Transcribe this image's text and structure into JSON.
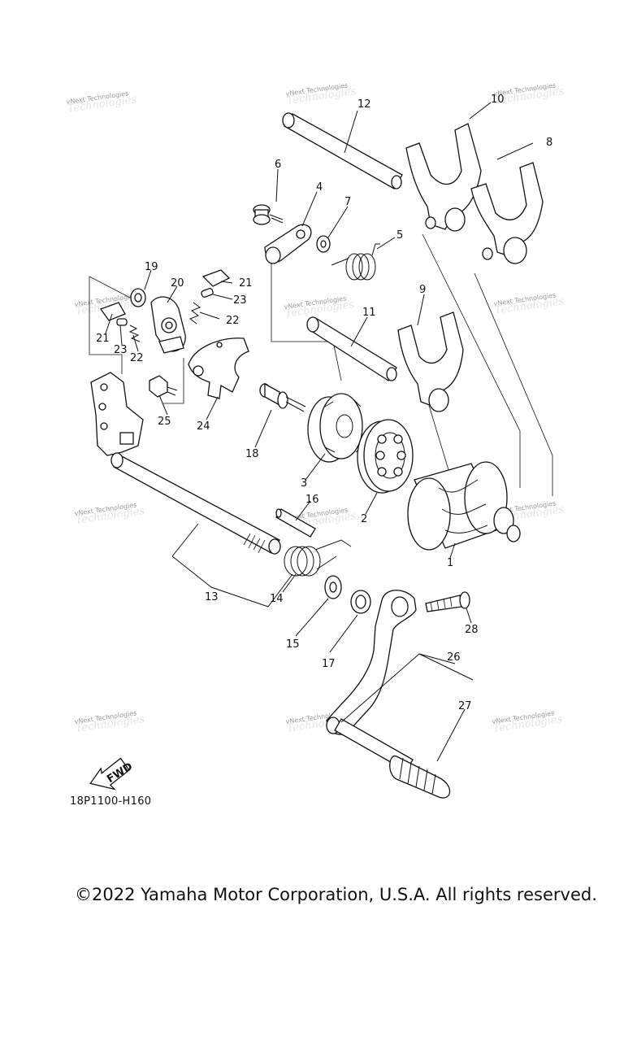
{
  "watermark": {
    "text": "vNext Technologies",
    "ghost": "Technologies"
  },
  "callouts": {
    "c1": "1",
    "c2": "2",
    "c3": "3",
    "c4": "4",
    "c5": "5",
    "c6": "6",
    "c7": "7",
    "c8": "8",
    "c9": "9",
    "c10": "10",
    "c11": "11",
    "c12": "12",
    "c13": "13",
    "c14": "14",
    "c15": "15",
    "c16": "16",
    "c17": "17",
    "c18": "18",
    "c19": "19",
    "c20": "20",
    "c21a": "21",
    "c21b": "21",
    "c22a": "22",
    "c22b": "22",
    "c23a": "23",
    "c23b": "23",
    "c24": "24",
    "c25": "25",
    "c26": "26",
    "c27": "27",
    "c28": "28"
  },
  "fwd_label": "FWD",
  "drawing_code": "18P1100-H160",
  "copyright": "©2022 Yamaha Motor Corporation, U.S.A. All rights reserved."
}
